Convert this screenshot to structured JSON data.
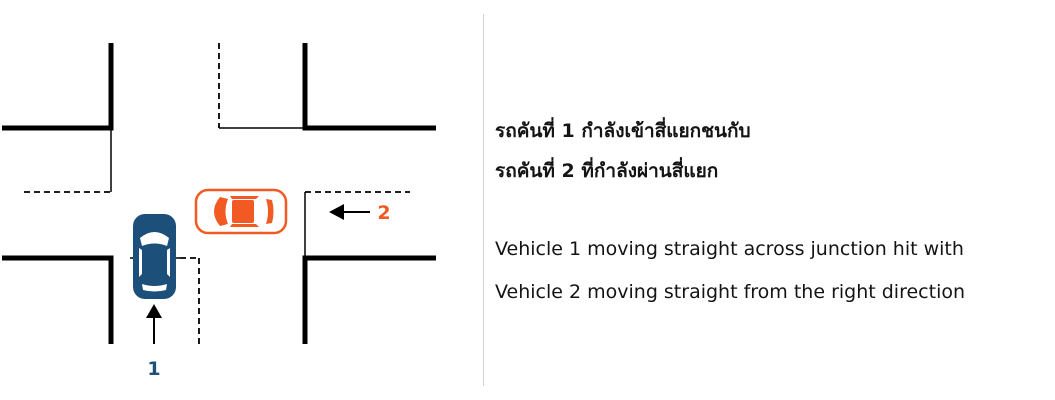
{
  "colors": {
    "vehicle1": "#1c4f7a",
    "vehicle2": "#f15a22",
    "road_line": "#000000",
    "divider": "#d4d4d4"
  },
  "diagram": {
    "vehicle1_number": "1",
    "vehicle2_number": "2"
  },
  "description": {
    "thai_line1": "รถคันที่ 1 กำลังเข้าสี่แยกชนกับ",
    "thai_line2": "รถคันที่ 2 ที่กำลังผ่านสี่แยก",
    "english_line1": "Vehicle 1 moving straight across junction hit with",
    "english_line2": "Vehicle 2 moving straight from the right direction"
  }
}
